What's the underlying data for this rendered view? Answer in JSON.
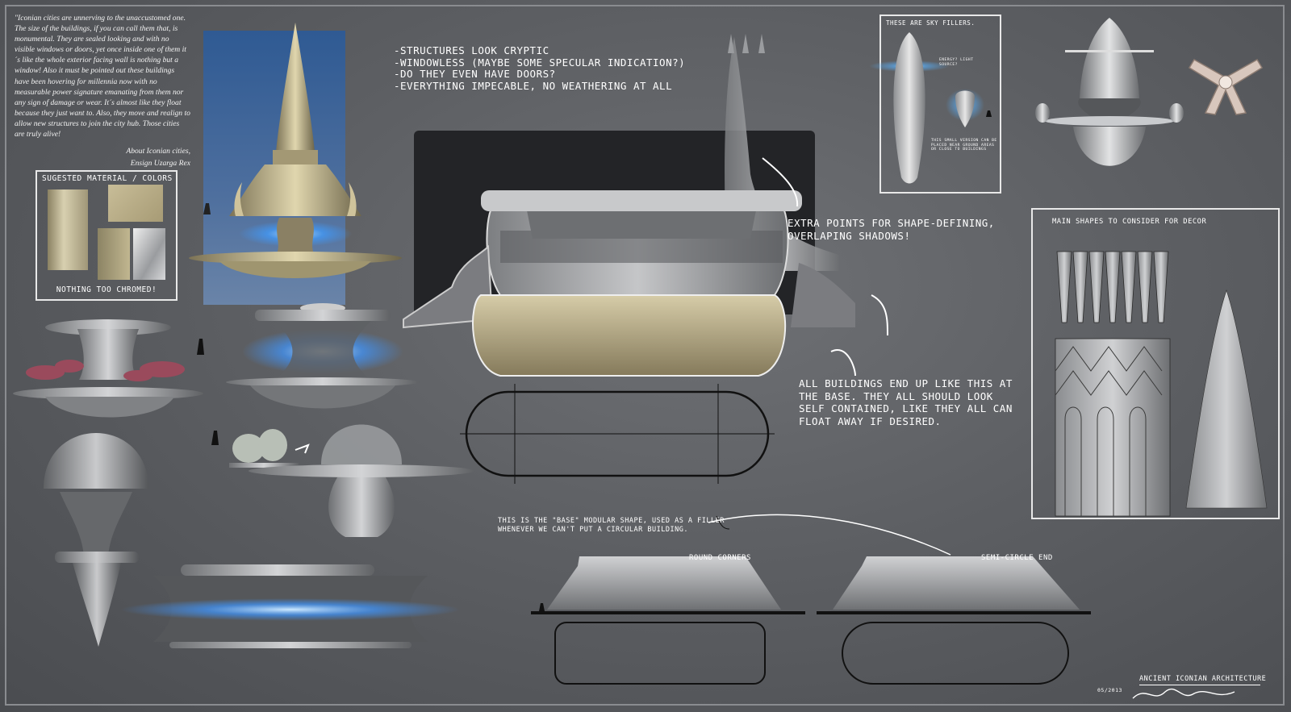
{
  "quote": {
    "text": "\"Iconian cities are unnerving to the unaccustomed one. The size of the buildings, if you can call them that, is monumental. They are sealed looking and with no visible windows or doors, yet once inside one of them it´s like the whole exterior facing wall is nothing but a window! Also it must be pointed out these buildings have been hovering for millennia now with no measurable power signature emanating from them nor any sign of damage or wear. It´s almost like they float because they just want to. Also, they move and realign to allow new structures to join the city hub. Those cities are truly alive!",
    "source": "About Iconian cities,",
    "author": "Ensign Uzarga Rex"
  },
  "material_box": {
    "title": "SUGESTED MATERIAL / COLORS",
    "footer": "NOTHING TOO CHROMED!"
  },
  "notes": [
    "-STRUCTURES LOOK CRYPTIC",
    "-WINDOWLESS (MAYBE SOME SPECULAR INDICATION?)",
    "-DO THEY EVEN HAVE DOORS?",
    "-EVERYTHING IMPECABLE, NO WEATHERING AT ALL"
  ],
  "sky_box": {
    "title": "THESE ARE SKY FILLERS.",
    "note_energy": "ENERGY? LIGHT SOURCE?",
    "note_small": "THIS SMALL VERSION CAN BE PLACED NEAR GROUND AREAS OR CLOSE TO BUILDINGS"
  },
  "callouts": {
    "shadows": "EXTRA POINTS FOR SHAPE-DEFINING, OVERLAPING SHADOWS!",
    "base": "ALL BUILDINGS END UP LIKE THIS AT THE BASE. THEY ALL SHOULD LOOK SELF CONTAINED, LIKE THEY ALL CAN FLOAT AWAY IF DESIRED.",
    "modular": "THIS IS THE \"BASE\" MODULAR SHAPE, USED AS A FILLER WHENEVER WE CAN'T PUT A CIRCULAR BUILDING.",
    "round_corners": "ROUND CORNERS",
    "semi_circle": "SEMI-CIRCLE END"
  },
  "decor_box": {
    "title": "MAIN SHAPES TO CONSIDER FOR DECOR"
  },
  "footer": {
    "title": "ANCIENT ICONIAN ARCHITECTURE",
    "date": "05/2013"
  },
  "colors": {
    "background": "#5d5f63",
    "gold": "#b9ab86",
    "silver": "#c9cbce",
    "glow": "#5fb4ff",
    "ink": "#ffffff",
    "blue_panel": "#3f5f8e"
  }
}
